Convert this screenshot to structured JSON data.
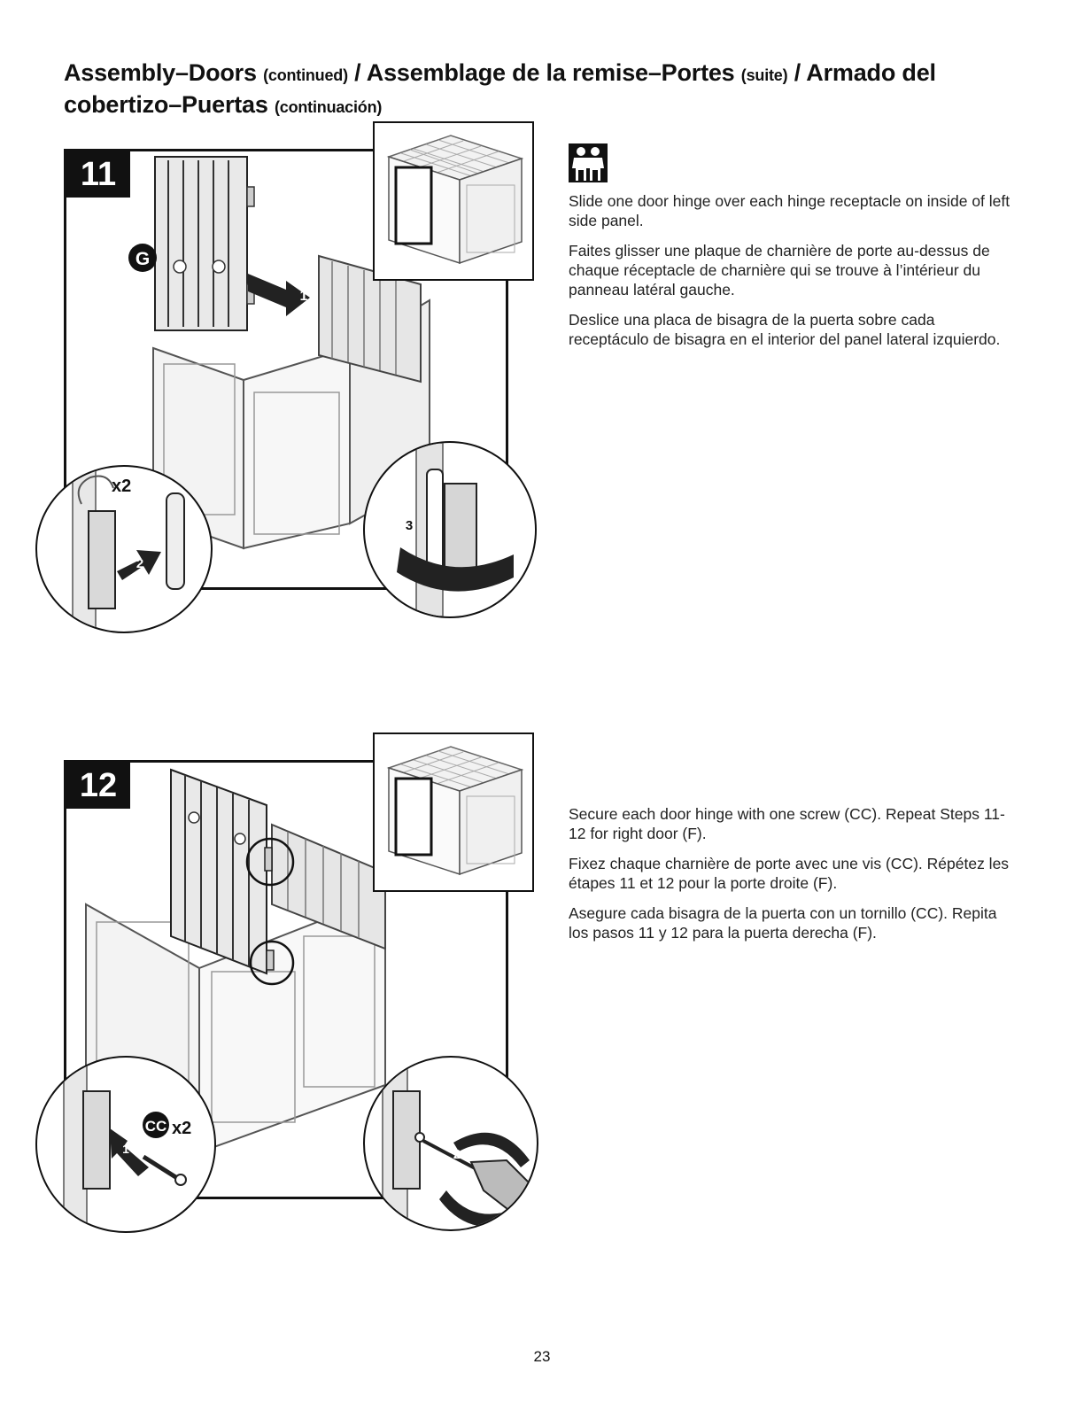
{
  "header": {
    "part1": "Assembly–Doors ",
    "part1_sub": "(continued)",
    "part2": " / Assemblage de la remise–Portes ",
    "part2_sub": "(suite)",
    "part3": " / Armado del cobertizo–Puertas ",
    "part3_sub": "(continuación)"
  },
  "step11": {
    "number": "11",
    "part_label": "G",
    "callout_x2": "x2",
    "arrow_1": "1",
    "arrow_2": "2",
    "arrow_3": "3",
    "icon": "two-person-icon",
    "text_en": "Slide one door hinge over each hinge receptacle on inside of left side panel.",
    "text_fr": "Faites glisser une plaque de charnière de porte au-dessus de chaque réceptacle de charnière qui se trouve à l’intérieur du panneau latéral gauche.",
    "text_es": "Deslice una placa de bisagra de la puerta sobre cada receptáculo de bisagra en el interior del panel lateral izquierdo."
  },
  "step12": {
    "number": "12",
    "part_label": "CC",
    "callout_x2": "x2",
    "arrow_1": "1",
    "arrow_2": "2",
    "text_en": "Secure each door hinge with one screw (CC). Repeat Steps 11-12 for right door (F).",
    "text_fr": "Fixez chaque charnière de porte avec une vis (CC). Répétez les étapes 11 et 12 pour la porte droite (F).",
    "text_es": "Asegure cada bisagra de la puerta con un tornillo (CC). Repita los pasos 11 y 12 para la puerta derecha (F)."
  },
  "footer": {
    "page_number": "23"
  }
}
